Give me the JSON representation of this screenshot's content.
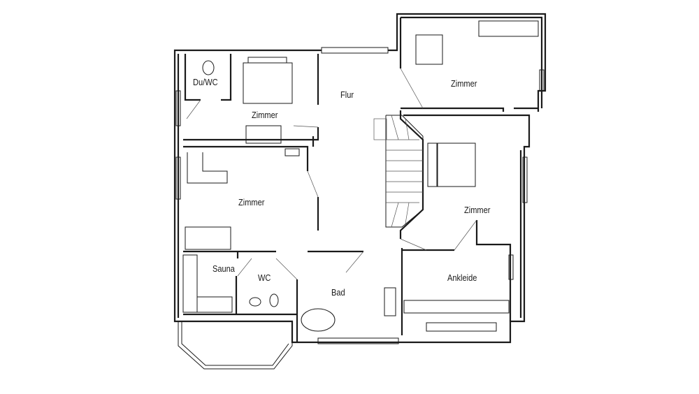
{
  "plan": {
    "type": "floor-plan",
    "rooms": [
      {
        "id": "du-wc",
        "label": "Du/WC"
      },
      {
        "id": "zimmer-nw",
        "label": "Zimmer"
      },
      {
        "id": "flur",
        "label": "Flur"
      },
      {
        "id": "zimmer-ne",
        "label": "Zimmer"
      },
      {
        "id": "zimmer-w",
        "label": "Zimmer"
      },
      {
        "id": "zimmer-e",
        "label": "Zimmer"
      },
      {
        "id": "sauna",
        "label": "Sauna"
      },
      {
        "id": "wc",
        "label": "WC"
      },
      {
        "id": "bad",
        "label": "Bad"
      },
      {
        "id": "ankleide",
        "label": "Ankleide"
      }
    ]
  }
}
